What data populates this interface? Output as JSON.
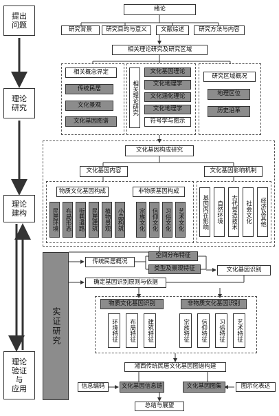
{
  "stages": {
    "s1": "提出\n问题",
    "s2": "理论\n研究",
    "s3": "理论\n建构",
    "s4": "理论\n验证\n与\n应用"
  },
  "intro": {
    "title": "绪论",
    "items": [
      "研究背景",
      "研究目的与意义",
      "文献综述",
      "研究方法与内容"
    ]
  },
  "theory": {
    "title": "相关理论研究及研究区域",
    "col1": {
      "title": "相关概念界定",
      "items": [
        "传统民居",
        "文化景观",
        "文化基因图谱"
      ]
    },
    "col2": {
      "title": "相关理论研究",
      "items": [
        "文化基因理论",
        "文化地理学",
        "文化涵化理论",
        "文化地理学",
        "符号学与图示"
      ]
    },
    "col3": {
      "title": "研究区域概况",
      "items": [
        "地理区位",
        "历史沿革"
      ]
    }
  },
  "construct": {
    "title": "文化基因构成研究",
    "content_title": "文化基因内容",
    "mechanism_title": "文化基因影响机制",
    "material_title": "物质文化基因构成",
    "material_items": [
      "民居环境",
      "布局形态",
      "街巷道路",
      "民居建筑",
      "植物景观",
      "小品构筑"
    ],
    "nonmaterial_title": "非物质基因构成",
    "nonmaterial_items": [
      "宗族文化",
      "信仰文化",
      "习俗文化",
      "艺术文化"
    ],
    "mechanism_items": [
      "基因内在影响",
      "自然环境",
      "古代营造技术",
      "社会文化",
      "经济及其他"
    ]
  },
  "empirical": {
    "label": "实证研究",
    "overview": "传统民居概况",
    "spatial": "空间分布特征",
    "type": "类型及景观特征",
    "identify": "文化基因识别",
    "principle": "确定基因识别原则与依据",
    "mat_id_title": "物质文化基因识别",
    "mat_id_items": [
      "环境特征",
      "布局特征",
      "建筑特征"
    ],
    "non_id_title": "非物质文化基因识别",
    "non_id_items": [
      "宗族特征",
      "信仰特征",
      "习俗特征",
      "艺术特征"
    ],
    "atlas": "湘西传统民居文化基因图谱构建",
    "encoding": "信息编码",
    "info_chain": "文化基因信息链",
    "atlas_set": "文化基因图集",
    "graphic": "图示化表达",
    "summary": "总结与展望"
  }
}
